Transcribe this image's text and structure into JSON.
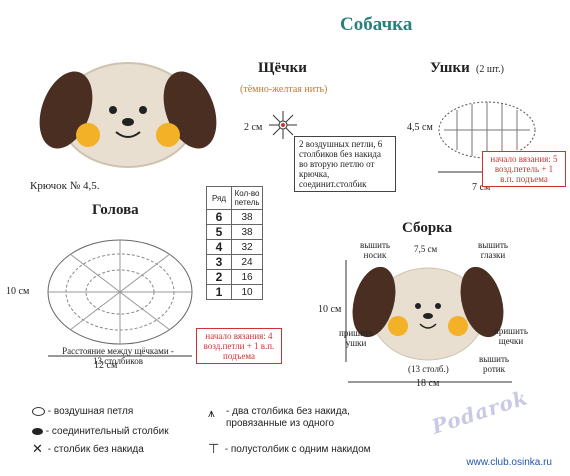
{
  "title": "Собачка",
  "hook": "Крючок № 4,5.",
  "cheeks": {
    "heading": "Щёчки",
    "sub": "(тёмно-желтая нить)",
    "size": "2 см",
    "note": "2 воздушных петли, 6 столбиков без накида во вторую петлю от крючка, соединит.столбик"
  },
  "ears": {
    "heading": "Ушки",
    "count": "(2 шт.)",
    "height": "4,5 см",
    "width": "7 см",
    "start_note": "начало вязания: 5 возд.петель + 1 в.п. подъема"
  },
  "head": {
    "heading": "Голова",
    "height": "10 см",
    "width": "12 см",
    "cheek_note": "Расстояние между щёчками - 13 столбиков",
    "start_note": "начало вязания: 4 возд.петли + 1 в.п. подъема"
  },
  "table": {
    "col_row": "Ряд",
    "col_count": "Кол-во петель",
    "rows": [
      {
        "row": "6",
        "count": "38"
      },
      {
        "row": "5",
        "count": "38"
      },
      {
        "row": "4",
        "count": "32"
      },
      {
        "row": "3",
        "count": "24"
      },
      {
        "row": "2",
        "count": "16"
      },
      {
        "row": "1",
        "count": "10"
      }
    ]
  },
  "assembly": {
    "heading": "Сборка",
    "nose_label": "вышить носик",
    "eyes_label": "вышить глазки",
    "top_dim": "7,5 см",
    "height": "10 см",
    "ears_label": "пришить ушки",
    "cheeks_label": "пришить щечки",
    "mouth_label": "вышить ротик",
    "stitch_count": "(13 столб.)",
    "width": "18 см"
  },
  "legend": {
    "chain": "- воздушная петля",
    "slip": "- соединительный столбик",
    "sc": "- столбик без накида",
    "sc2tog": "- два столбика без накида, провязанные из одного",
    "hdc": "- полустолбик с одним накидом"
  },
  "logo": "Podarok",
  "footer_url": "www.club.osinka.ru",
  "colors": {
    "title": "#2a7f7f",
    "accent_red": "#cc3333",
    "cheek_yellow": "#f2b126",
    "ear_brown": "#4a2e22",
    "face": "#e8dfd0"
  }
}
